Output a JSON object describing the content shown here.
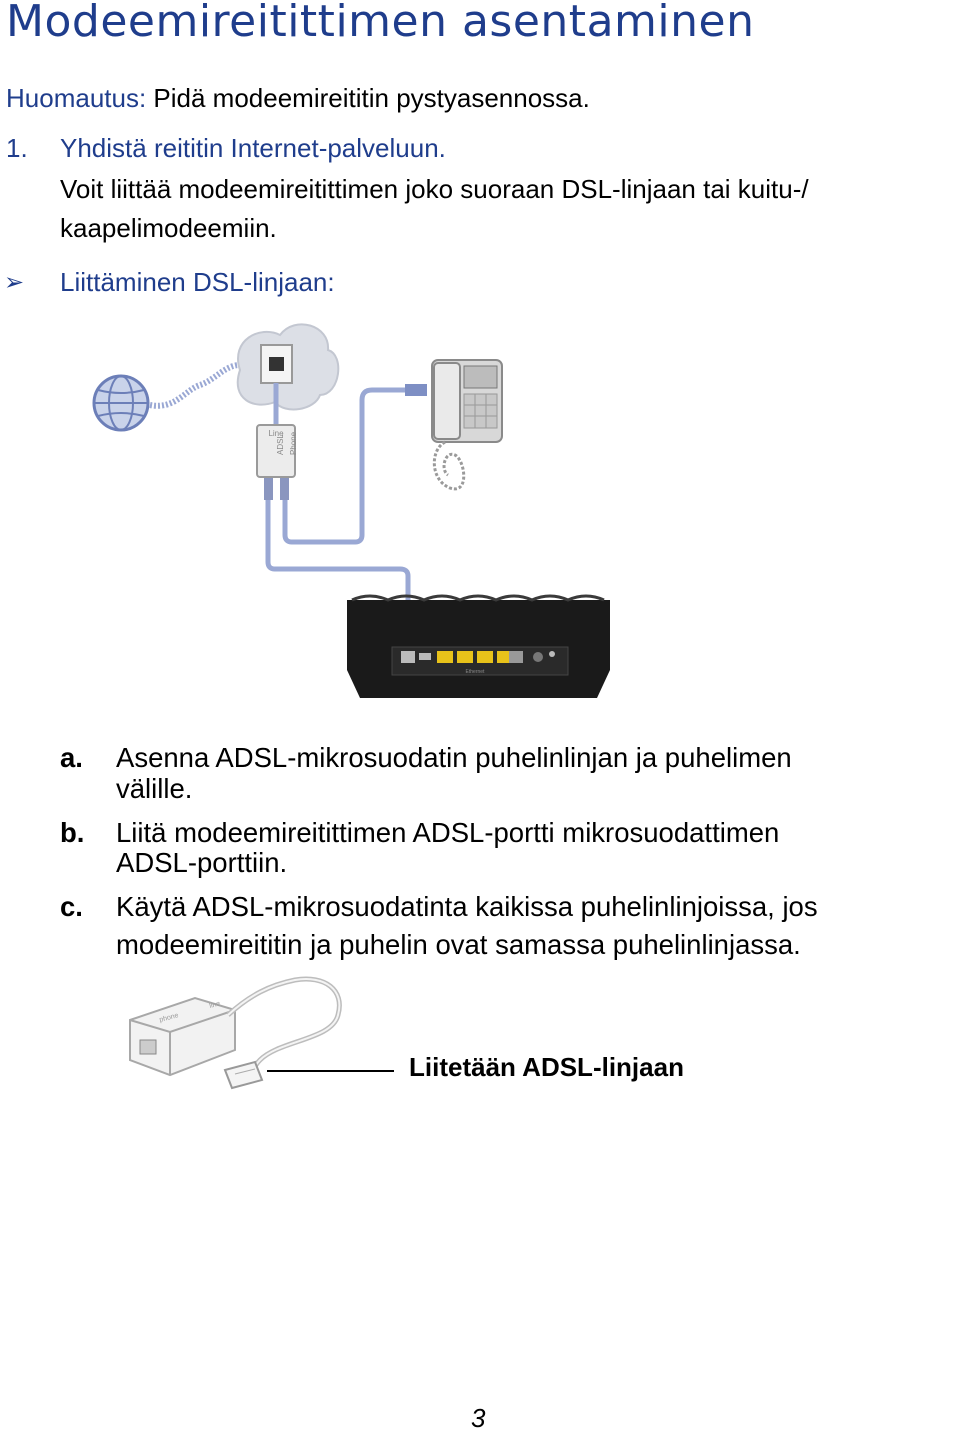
{
  "title": "Modeemireitittimen asentaminen",
  "note": {
    "label": "Huomautus:",
    "text": "Pidä modeemireititin pystyasennossa."
  },
  "step1": {
    "number": "1.",
    "heading": "Yhdistä reititin Internet-palveluun.",
    "body_line1": "Voit liittää modeemireitittimen joko suoraan DSL-linjaan tai kuitu-/",
    "body_line2": "kaapelimodeemiin."
  },
  "bullet": {
    "marker": "➢",
    "text": "Liittäminen DSL-linjaan:"
  },
  "diagram": {
    "filter_line": "Line",
    "filter_adsl": "ADSL",
    "filter_phone": "Phone",
    "router_port_label": "Ethernet"
  },
  "substeps": [
    {
      "letter": "a.",
      "line1": "Asenna ADSL-mikrosuodatin puhelinlinjan ja puhelimen",
      "line2": "välille."
    },
    {
      "letter": "b.",
      "line1": "Liitä modeemireitittimen ADSL-portti mikrosuodattimen",
      "line2": "ADSL-porttiin."
    },
    {
      "letter": "c.",
      "line1": "Käytä ADSL-mikrosuodatinta kaikissa puhelinlinjoissa, jos",
      "line2": "modeemireititin ja puhelin ovat samassa puhelinlinjassa."
    }
  ],
  "splitter_callout": {
    "label": "Liitetään ADSL-linjaan",
    "device_text": "phone",
    "device_text2": "line"
  },
  "page_number": "3",
  "colors": {
    "accent": "#1f3d8c",
    "router": "#1a1a1a",
    "port_yellow": "#e8c21a",
    "cable_blue": "#7e8fc4"
  }
}
